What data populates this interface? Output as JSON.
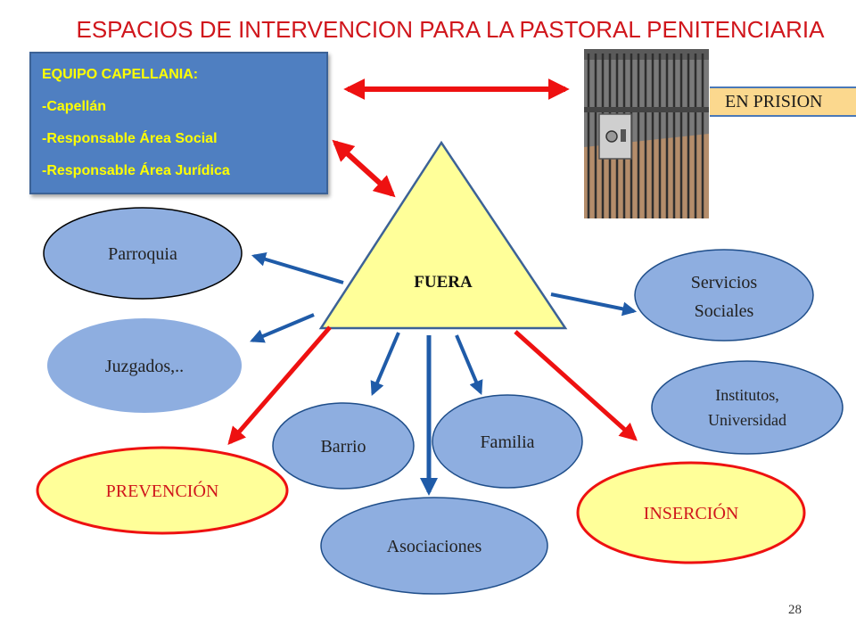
{
  "title": "ESPACIOS DE INTERVENCION PARA LA PASTORAL PENITENCIARIA",
  "team": {
    "heading": "EQUIPO CAPELLANIA:",
    "members": [
      "-Capellán",
      "-Responsable Área Social",
      "-Responsable Área Jurídica"
    ]
  },
  "prison_label": "EN PRISION",
  "center_label": "FUERA",
  "nodes": {
    "parroquia": "Parroquia",
    "juzgados": "Juzgados,..",
    "servicios": [
      "Servicios",
      "Sociales"
    ],
    "institutos": [
      "Institutos,",
      "Universidad"
    ],
    "barrio": "Barrio",
    "familia": "Familia",
    "asociaciones": "Asociaciones",
    "prevencion": "PREVENCIÓN",
    "insercion": "INSERCIÓN"
  },
  "page_number": "28",
  "colors": {
    "title": "#d0161c",
    "team_fill": "#4f7fc1",
    "team_text": "#ffff00",
    "triangle_fill": "#ffff99",
    "node_fill": "#8eaee0",
    "highlight_fill": "#ffff99",
    "blue_arrow": "#1f5ba8",
    "red_arrow": "#ee1111"
  }
}
